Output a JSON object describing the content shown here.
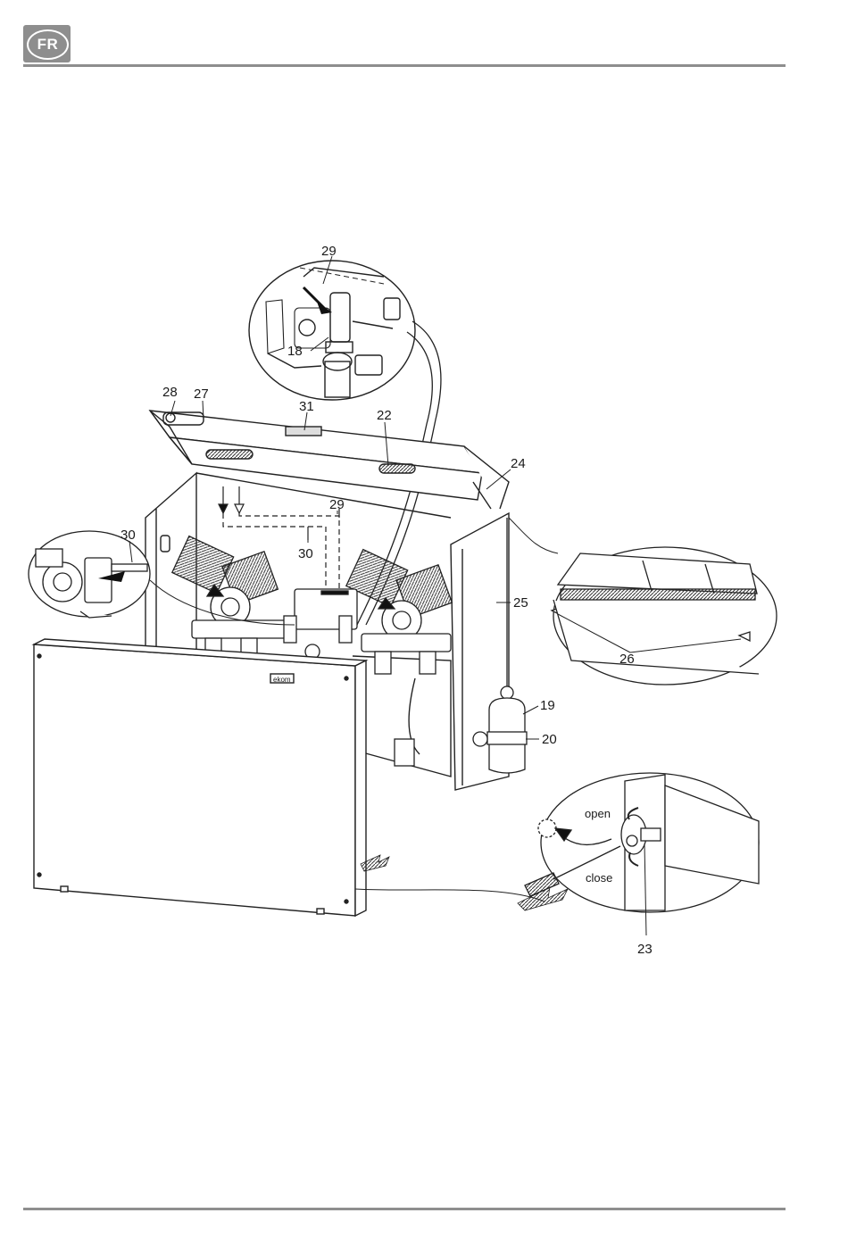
{
  "header": {
    "language_badge": "FR"
  },
  "diagram": {
    "callouts": {
      "c18": "18",
      "c19": "19",
      "c20": "20",
      "c22": "22",
      "c23": "23",
      "c24": "24",
      "c25": "25",
      "c26": "26",
      "c27": "27",
      "c28": "28",
      "c29_top": "29",
      "c29_mid": "29",
      "c30_left": "30",
      "c30_mid": "30",
      "c31": "31"
    },
    "valve_labels": {
      "open": "open",
      "close": "close"
    },
    "brand_plate": "ekom"
  }
}
